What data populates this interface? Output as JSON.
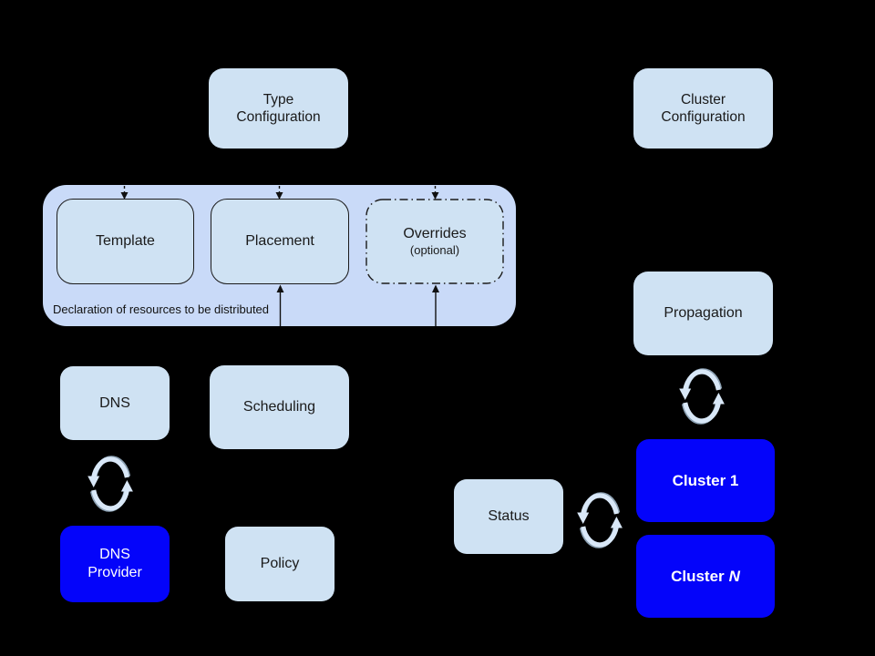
{
  "diagram": {
    "type_config": {
      "lines": [
        "Type",
        "Configuration"
      ]
    },
    "cluster_config": {
      "lines": [
        "Cluster",
        "Configuration"
      ]
    },
    "declaration_group": {
      "caption": "Declaration of resources to be distributed",
      "template": {
        "label": "Template"
      },
      "placement": {
        "label": "Placement"
      },
      "overrides": {
        "label": "Overrides",
        "sublabel": "(optional)"
      }
    },
    "dns": {
      "label": "DNS"
    },
    "scheduling": {
      "label": "Scheduling"
    },
    "dns_provider": {
      "lines": [
        "DNS",
        "Provider"
      ]
    },
    "policy": {
      "label": "Policy"
    },
    "propagation": {
      "label": "Propagation"
    },
    "status": {
      "label": "Status"
    },
    "cluster_1": {
      "label": "Cluster 1"
    },
    "cluster_n": {
      "prefix": "Cluster",
      "suffix": "N"
    }
  },
  "icons": {
    "sync_icon_name": "sync-arrows"
  },
  "colors": {
    "background": "#000000",
    "light_box_fill": "#cfe2f3",
    "group_container_fill": "#c9daf8",
    "bright_blue_fill": "#0404fa",
    "light_box_text": "#1a1a1a",
    "blue_box_text": "#ffffff",
    "connector_stroke": "#111111",
    "sync_icon_light": "#d9e8f8",
    "sync_icon_shadow": "#8da2b4"
  }
}
